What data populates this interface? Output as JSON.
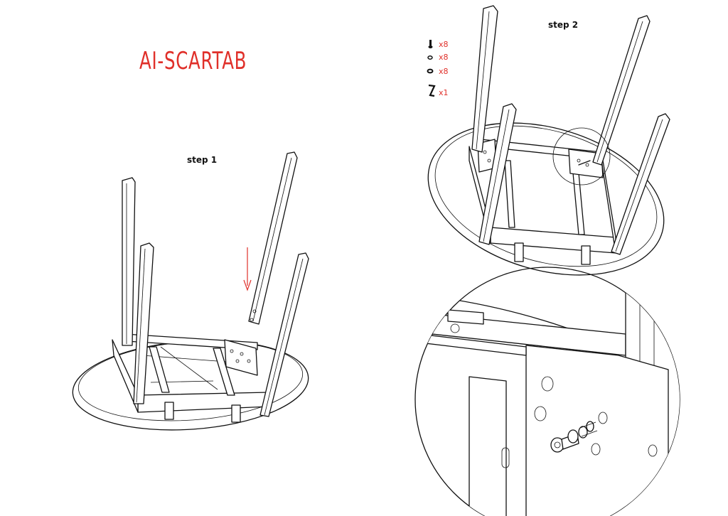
{
  "title": "AI-SCARTAB",
  "steps": {
    "step1": "step 1",
    "step2": "step 2"
  },
  "hardware": [
    {
      "icon": "bolt-icon",
      "qty": "x8"
    },
    {
      "icon": "washer-icon",
      "qty": "x8"
    },
    {
      "icon": "lock-washer-icon",
      "qty": "x8"
    },
    {
      "icon": "allen-key-icon",
      "qty": "x1"
    }
  ],
  "colors": {
    "accent": "#e0302a",
    "line": "#111111"
  }
}
